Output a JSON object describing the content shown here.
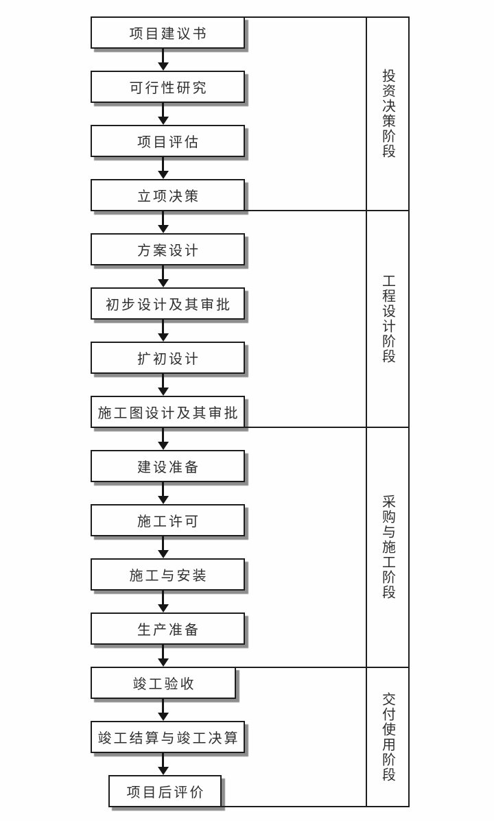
{
  "diagram": {
    "type": "flowchart",
    "language": "zh-CN",
    "description": "Construction project lifecycle flowchart with four phase brackets"
  },
  "flow": {
    "steps": [
      {
        "label": "项目建议书"
      },
      {
        "label": "可行性研究"
      },
      {
        "label": "项目评估"
      },
      {
        "label": "立项决策"
      },
      {
        "label": "方案设计"
      },
      {
        "label": "初步设计及其审批"
      },
      {
        "label": "扩初设计"
      },
      {
        "label": "施工图设计及其审批"
      },
      {
        "label": "建设准备"
      },
      {
        "label": "施工许可"
      },
      {
        "label": "施工与安装"
      },
      {
        "label": "生产准备"
      },
      {
        "label": "竣工验收"
      },
      {
        "label": "竣工结算与竣工决算"
      },
      {
        "label": "项目后评价"
      }
    ]
  },
  "phases": [
    {
      "label": "投资决策阶段",
      "step_range": [
        1,
        4
      ]
    },
    {
      "label": "工程设计阶段",
      "step_range": [
        5,
        8
      ]
    },
    {
      "label": "采购与施工阶段",
      "step_range": [
        9,
        12
      ]
    },
    {
      "label": "交付使用阶段",
      "step_range": [
        13,
        15
      ]
    }
  ],
  "colors": {
    "line": "#1d1d1d",
    "text": "#2e2e2e",
    "box_fill": "#fefefe",
    "shadow": "#8d8d8d",
    "background": "#fefefe"
  }
}
